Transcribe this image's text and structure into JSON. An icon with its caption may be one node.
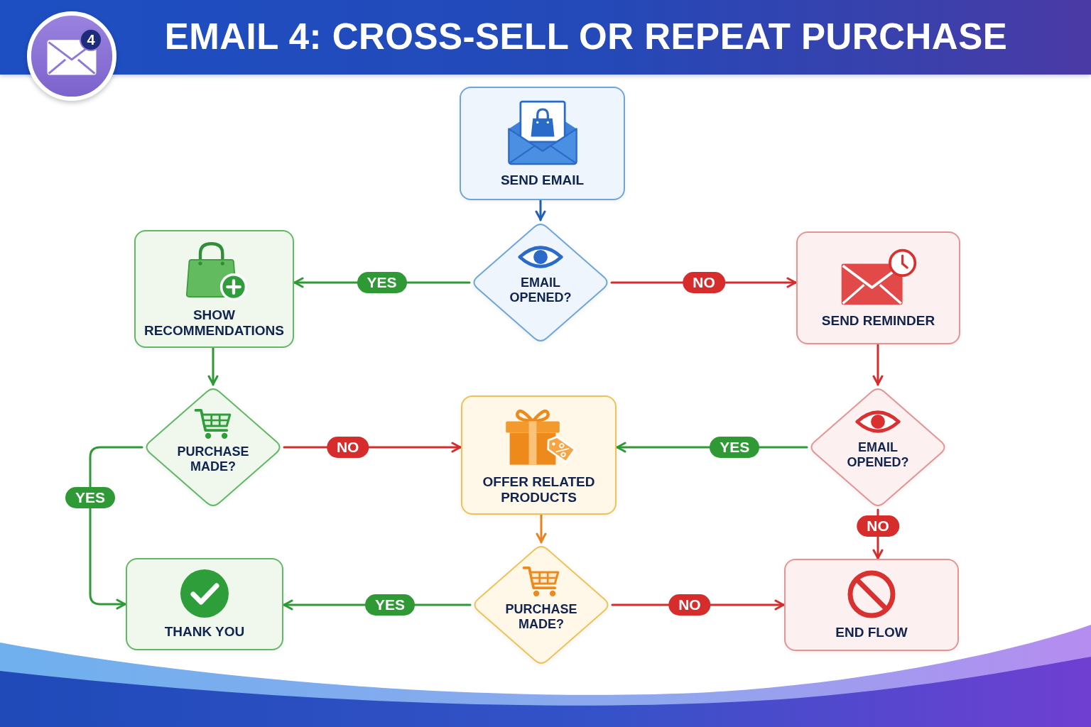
{
  "diagram": {
    "title": "EMAIL 4: CROSS-SELL OR REPEAT PURCHASE",
    "nodes": [
      {
        "text": [
          "SEND EMAIL"
        ]
      },
      {
        "text": [
          "SHOW RECOMMENDATIONS"
        ]
      },
      {
        "text": [
          "EMAIL OPENED?"
        ]
      },
      {
        "text": [
          "SEND REMINDER"
        ]
      },
      {
        "text": [
          "PURCHASE MADE?"
        ]
      },
      {
        "text": [
          "OFFER RELATED PRODUCTS"
        ]
      },
      {
        "text": [
          "EMAIL OPENED?"
        ]
      },
      {
        "text": [
          "THANK YOU"
        ]
      },
      {
        "text": [
          "PURCHASE MADE?"
        ]
      },
      {
        "text": [
          "END FLOW"
        ]
      }
    ],
    "edges": [
      {
        "from": 0,
        "to": 2,
        "arrow": "to",
        "color": "#1f5fb8"
      },
      {
        "from": 2,
        "to": 1,
        "arrow": "to",
        "label": "YES",
        "color": "#2f9a35"
      },
      {
        "from": 2,
        "to": 3,
        "arrow": "to",
        "label": "NO",
        "color": "#d62c2c"
      },
      {
        "from": 1,
        "to": 4,
        "arrow": "to",
        "color": "#2f9a35"
      },
      {
        "from": 3,
        "to": 6,
        "arrow": "to",
        "color": "#d62c2c"
      },
      {
        "from": 4,
        "to": 7,
        "arrow": "to",
        "label": "YES",
        "color": "#2f9a35"
      },
      {
        "from": 4,
        "to": 5,
        "arrow": "to",
        "label": "NO",
        "color": "#d62c2c"
      },
      {
        "from": 6,
        "to": 5,
        "arrow": "to",
        "label": "YES",
        "color": "#2f9a35"
      },
      {
        "from": 6,
        "to": 9,
        "arrow": "to",
        "label": "NO",
        "color": "#d62c2c"
      },
      {
        "from": 5,
        "to": 8,
        "arrow": "to",
        "color": "#e8821e"
      },
      {
        "from": 8,
        "to": 7,
        "arrow": "to",
        "label": "YES",
        "color": "#2f9a35"
      },
      {
        "from": 8,
        "to": 9,
        "arrow": "to",
        "label": "NO",
        "color": "#d62c2c"
      }
    ],
    "labels": [
      "4"
    ]
  }
}
